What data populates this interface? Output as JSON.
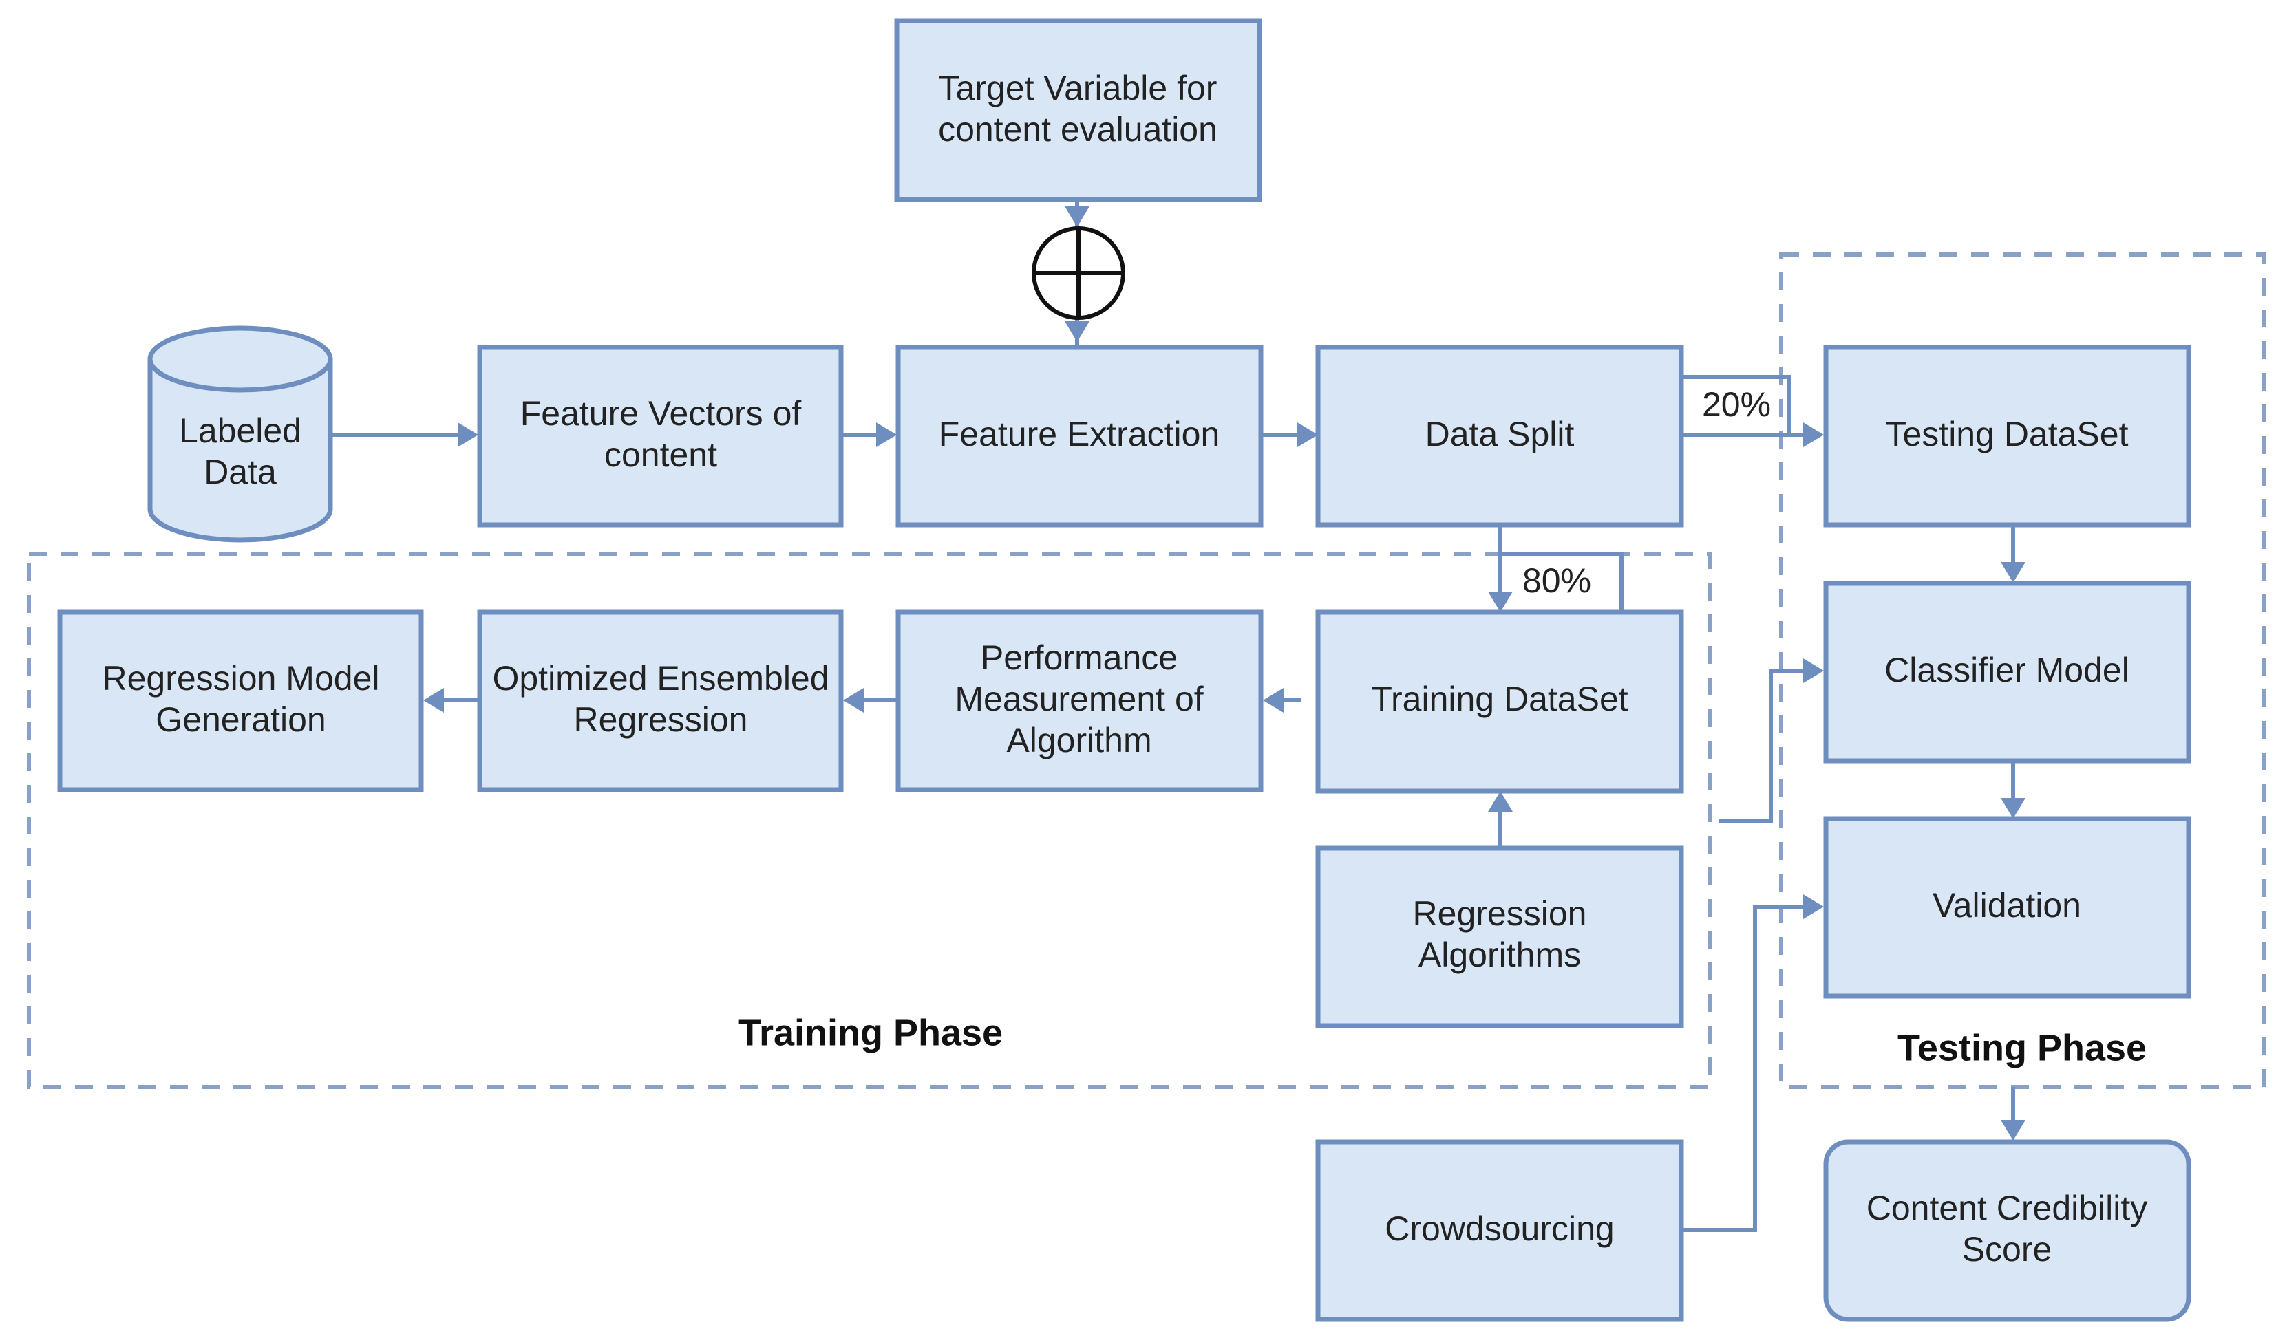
{
  "nodes": {
    "labeled_data": [
      "Labeled",
      "Data"
    ],
    "target_variable": [
      "Target Variable for",
      "content evaluation"
    ],
    "feature_vectors": [
      "Feature Vectors of",
      "content"
    ],
    "feature_extraction": [
      "Feature Extraction"
    ],
    "data_split": [
      "Data Split"
    ],
    "testing_dataset": [
      "Testing DataSet"
    ],
    "classifier_model": [
      "Classifier Model"
    ],
    "validation": [
      "Validation"
    ],
    "training_dataset": [
      "Training DataSet"
    ],
    "performance_measurement": [
      "Performance",
      "Measurement of",
      "Algorithm"
    ],
    "optimized_ensembled": [
      "Optimized Ensembled",
      "Regression"
    ],
    "regression_model_generation": [
      "Regression Model",
      "Generation"
    ],
    "regression_algorithms": [
      "Regression",
      "Algorithms"
    ],
    "crowdsourcing": [
      "Crowdsourcing"
    ],
    "content_credibility": [
      "Content Credibility",
      "Score"
    ]
  },
  "split_labels": {
    "testing": "20%",
    "training": "80%"
  },
  "phases": {
    "training": "Training Phase",
    "testing": "Testing Phase"
  },
  "colors": {
    "box_fill": "#d9e6f5",
    "box_stroke": "#6d8ebf",
    "dashed_border": "#8aa1c6"
  }
}
